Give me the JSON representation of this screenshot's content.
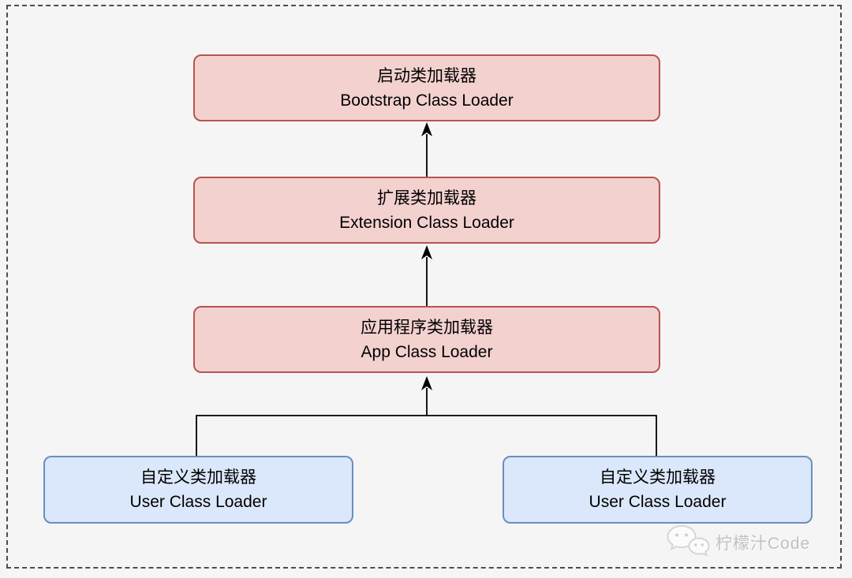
{
  "canvas": {
    "background": "#f5f5f5",
    "frame_border_color": "#4d4d4d",
    "frame_border_style": "dashed"
  },
  "diagram": {
    "nodes": {
      "bootstrap": {
        "zh": "启动类加载器",
        "en": "Bootstrap Class Loader"
      },
      "extension": {
        "zh": "扩展类加载器",
        "en": "Extension Class Loader"
      },
      "app": {
        "zh": "应用程序类加载器",
        "en": "App Class Loader"
      },
      "user_left": {
        "zh": "自定义类加载器",
        "en": "User Class Loader"
      },
      "user_right": {
        "zh": "自定义类加载器",
        "en": "User Class Loader"
      }
    },
    "edges": [
      {
        "from": "extension",
        "to": "bootstrap",
        "arrow": "up"
      },
      {
        "from": "app",
        "to": "extension",
        "arrow": "up"
      },
      {
        "from": "user_left",
        "to": "app",
        "arrow": "up",
        "via": "fork"
      },
      {
        "from": "user_right",
        "to": "app",
        "arrow": "up",
        "via": "fork"
      }
    ],
    "colors": {
      "parent_fill": "#f3d1cf",
      "parent_stroke": "#b85450",
      "child_fill": "#dbe7fa",
      "child_stroke": "#6c8ebf",
      "connector": "#000000"
    }
  },
  "watermark": {
    "label": "柠檬汁Code",
    "icon": "wechat-icon",
    "color": "#c0c0c0"
  }
}
